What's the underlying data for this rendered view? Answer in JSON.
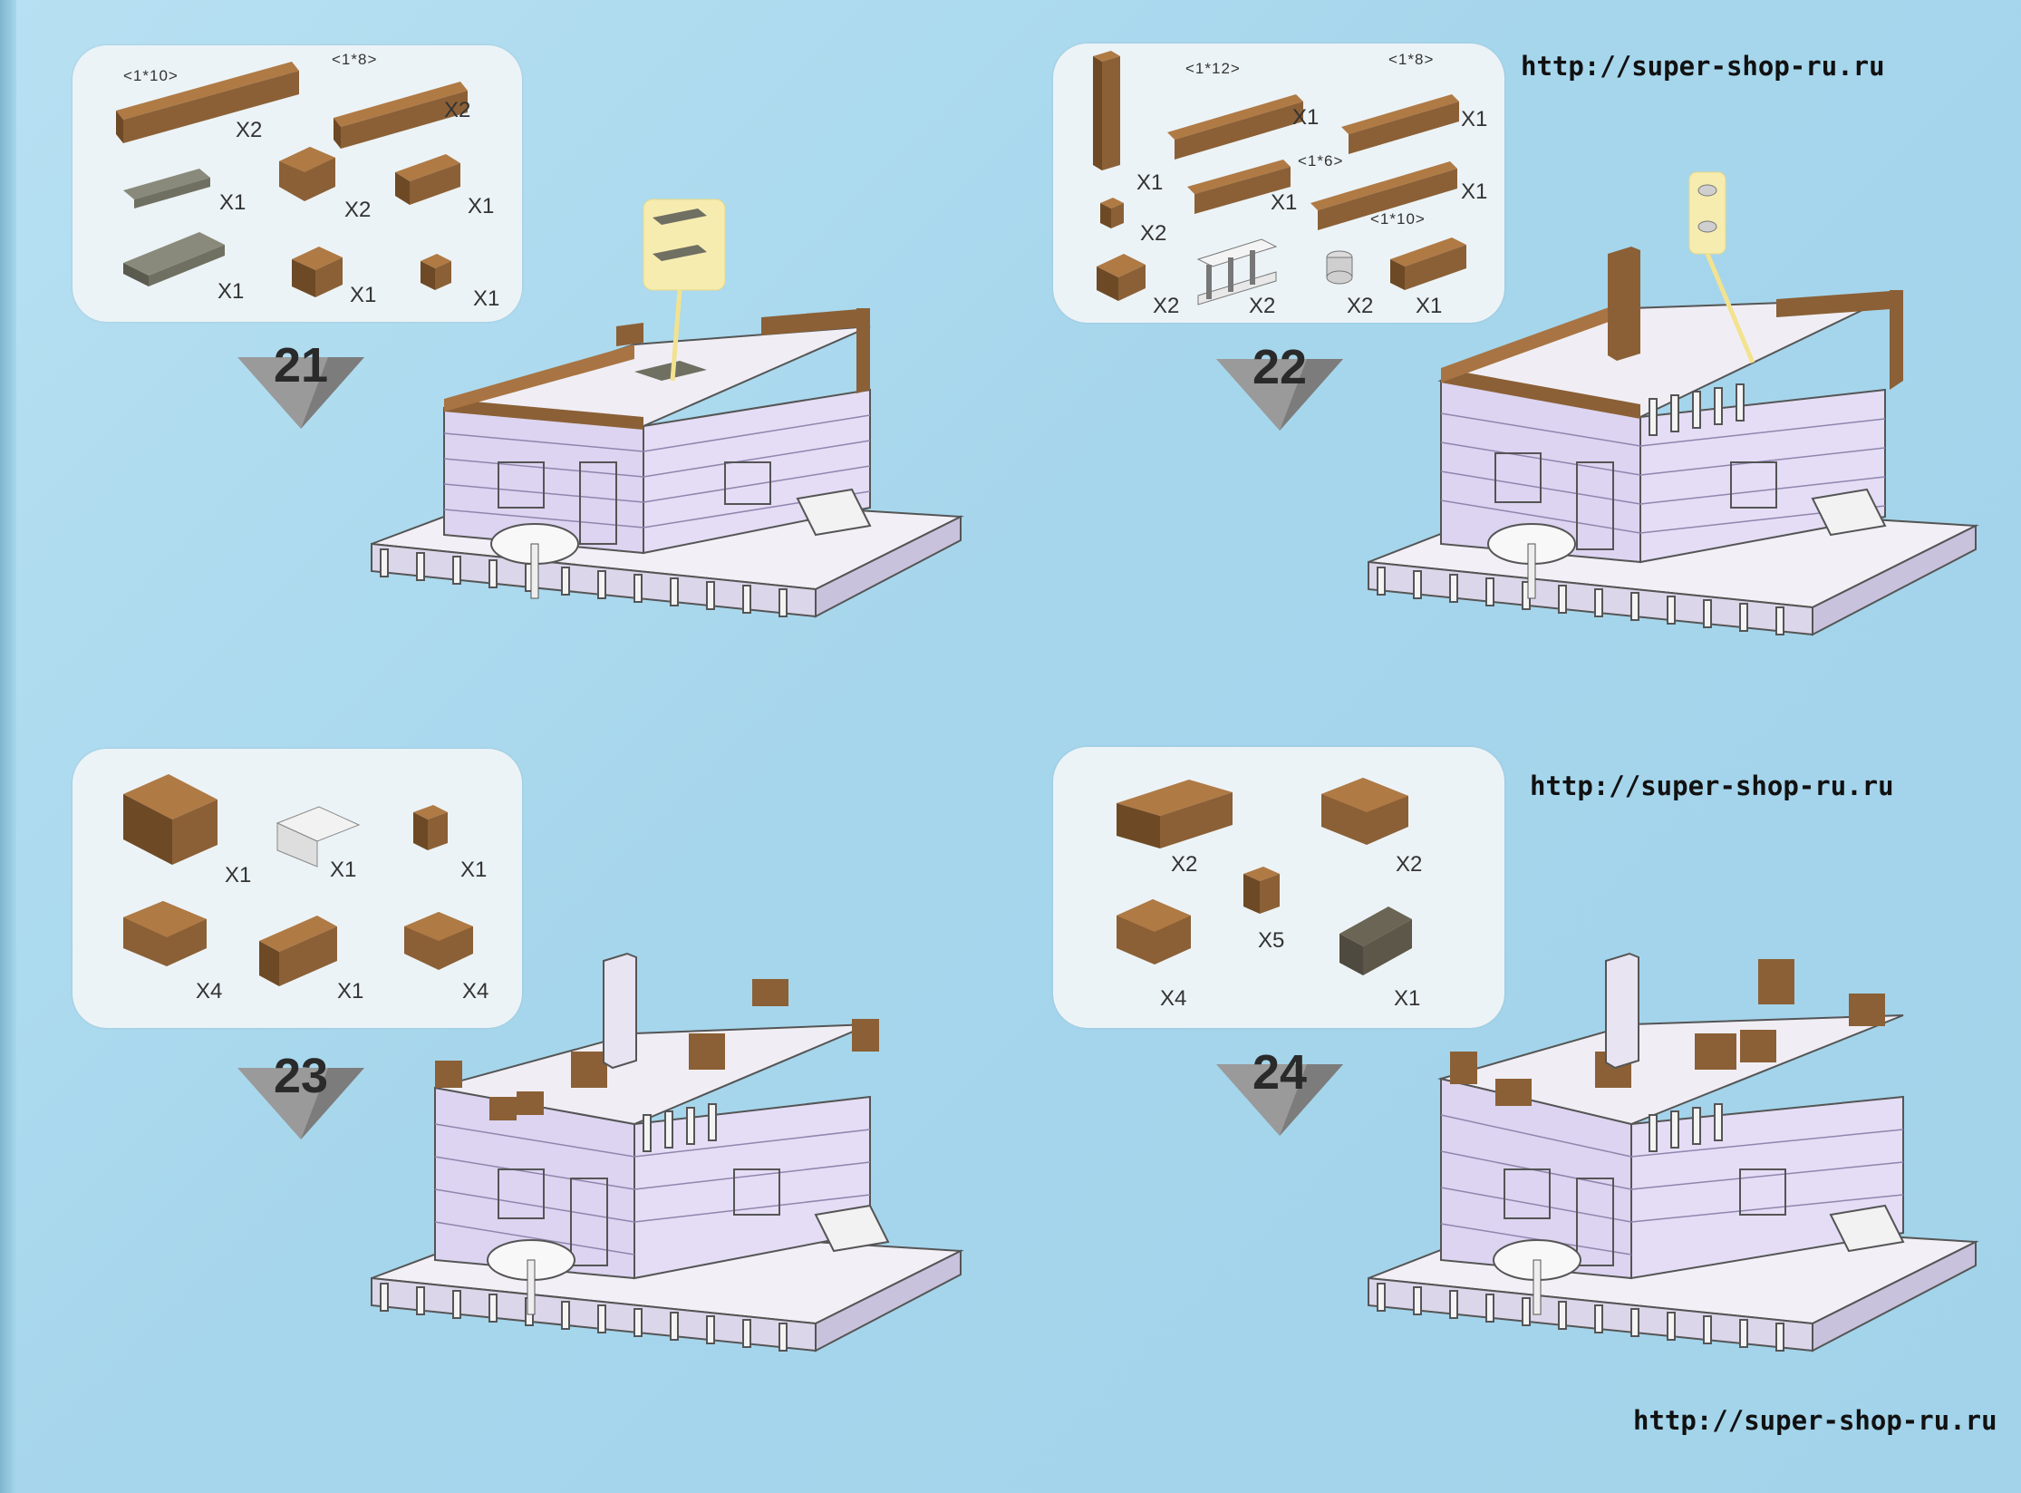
{
  "urls": {
    "top_right": "http://super-shop-ru.ru",
    "middle_right": "http://super-shop-ru.ru",
    "bottom_right": "http://super-shop-ru.ru"
  },
  "colors": {
    "background": "#a9d8ee",
    "panel": "#ecf3f6",
    "brick_brown": "#8b6036",
    "plate_gray": "#6f6f62",
    "wall_lilac": "#d9d2ee",
    "arrow_gray": "#9a9a9a"
  },
  "steps": [
    {
      "number": "21",
      "dims": [
        "<1*10>",
        "<1*8>"
      ],
      "quantities": [
        "X2",
        "X2",
        "X1",
        "X2",
        "X1",
        "X1",
        "X1",
        "X1"
      ]
    },
    {
      "number": "22",
      "dims": [
        "<1*12>",
        "<1*8>",
        "<1*6>",
        "<1*10>"
      ],
      "quantities": [
        "X1",
        "X1",
        "X1",
        "X1",
        "X1",
        "X2",
        "X2",
        "X2",
        "X2",
        "X1"
      ]
    },
    {
      "number": "23",
      "dims": [],
      "quantities": [
        "X1",
        "X1",
        "X1",
        "X4",
        "X1",
        "X4"
      ]
    },
    {
      "number": "24",
      "dims": [],
      "quantities": [
        "X2",
        "X2",
        "X5",
        "X4",
        "X1"
      ]
    }
  ]
}
